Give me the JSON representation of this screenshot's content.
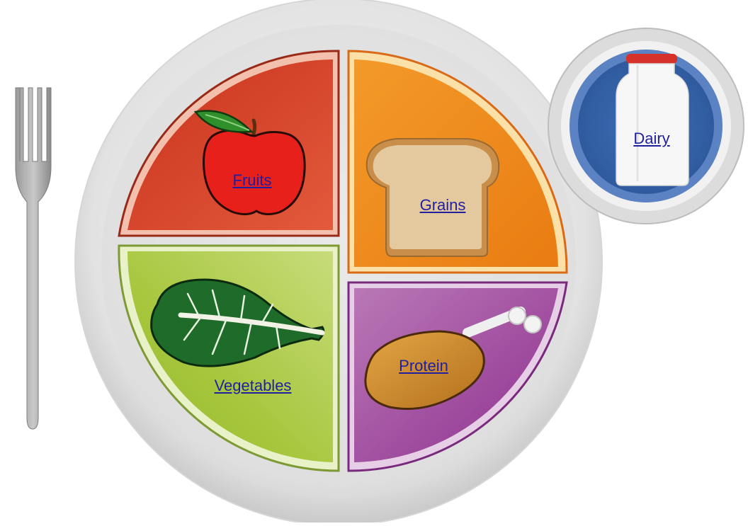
{
  "links": {
    "fruits": "Fruits",
    "grains": "Grains",
    "vegetables": "Vegetables",
    "protein": "Protein",
    "dairy": "Dairy"
  },
  "colors": {
    "fruits": "#d23a22",
    "grains": "#ef8a1e",
    "vegetables": "#a3c63d",
    "protein": "#9b3f9a",
    "dairy": "#4a76b8",
    "plate": "#e4e4e4",
    "link": "#1f1fa0"
  }
}
